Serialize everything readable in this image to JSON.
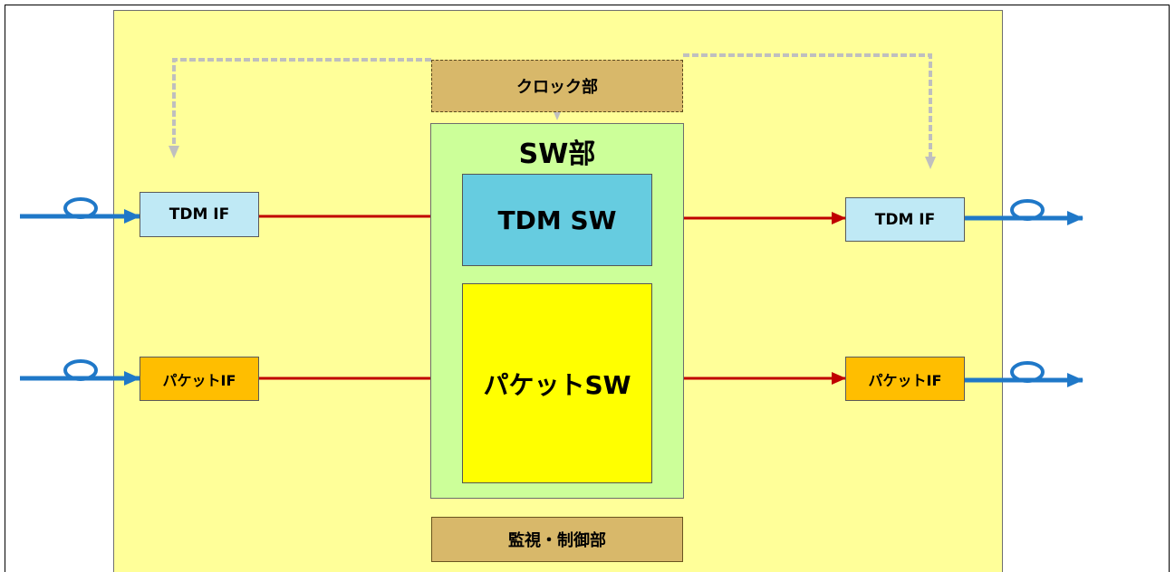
{
  "diagram": {
    "clock_unit": "クロック部",
    "switch_unit": {
      "title": "SW部",
      "tdm_switch": "TDM SW",
      "packet_switch": "パケットSW"
    },
    "monitor_control_unit": "監視・制御部",
    "interfaces": {
      "tdm_in": "TDM IF",
      "tdm_out": "TDM IF",
      "packet_in": "パケットIF",
      "packet_out": "パケットIF"
    },
    "colors": {
      "chassis": "#ffff99",
      "switch_unit": "#ccff99",
      "tdm_switch": "#66cce0",
      "packet_switch": "#ffff00",
      "tdm_interface": "#bfe9f5",
      "packet_interface": "#ffbe00",
      "clock_and_control": "#d8b86a",
      "signal_arrow": "#c00000",
      "fiber_line": "#1f78c8",
      "clock_distribution": "#bfbfbf"
    }
  }
}
